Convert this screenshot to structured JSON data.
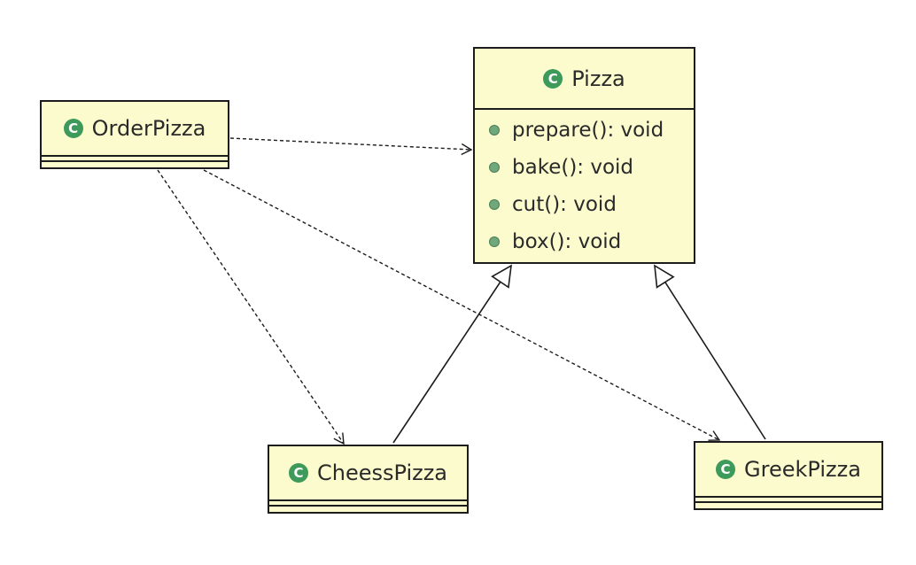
{
  "classes": {
    "pizza": {
      "name": "Pizza",
      "methods": [
        "prepare(): void",
        "bake(): void",
        "cut(): void",
        "box(): void"
      ]
    },
    "order_pizza": {
      "name": "OrderPizza"
    },
    "cheess_pizza": {
      "name": "CheessPizza"
    },
    "greek_pizza": {
      "name": "GreekPizza"
    }
  },
  "relationships": [
    {
      "type": "dependency",
      "from": "OrderPizza",
      "to": "Pizza"
    },
    {
      "type": "dependency",
      "from": "OrderPizza",
      "to": "CheessPizza"
    },
    {
      "type": "dependency",
      "from": "OrderPizza",
      "to": "GreekPizza"
    },
    {
      "type": "generalization",
      "from": "CheessPizza",
      "to": "Pizza"
    },
    {
      "type": "generalization",
      "from": "GreekPizza",
      "to": "Pizza"
    }
  ],
  "icons": {
    "class_icon": "class-c-icon",
    "method_icon": "public-method-icon"
  },
  "colors": {
    "class_fill": "#fbfbcd",
    "class_icon": "#3d9a5a",
    "method_icon": "#6fa87a",
    "line": "#1c1c1c"
  }
}
